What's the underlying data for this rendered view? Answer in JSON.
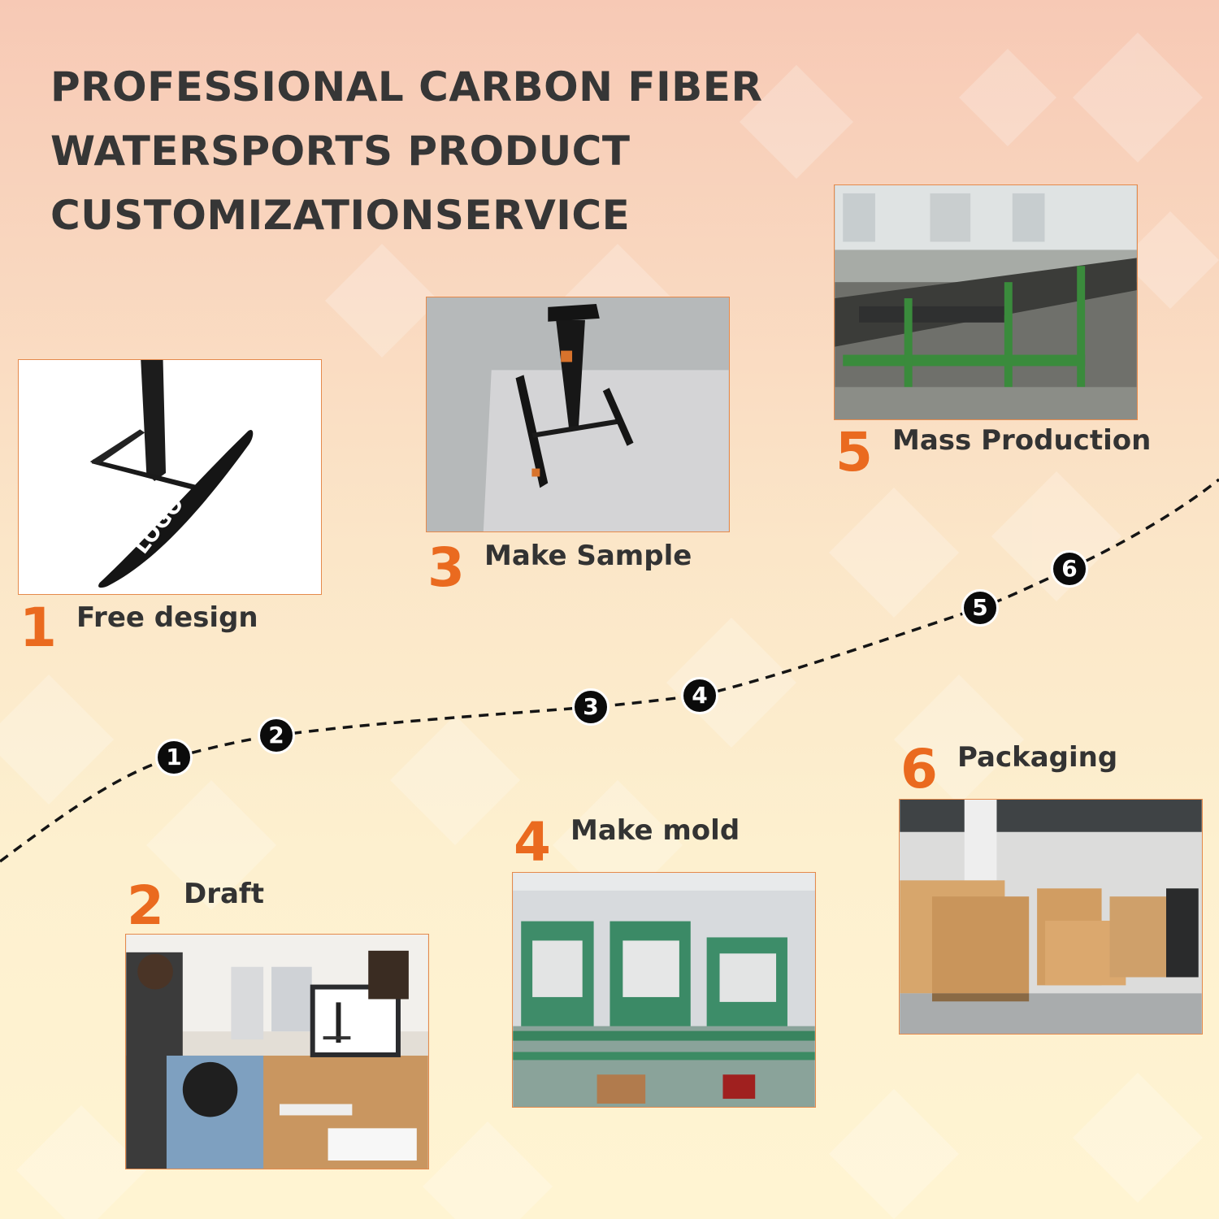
{
  "title": {
    "line1": "PROFESSIONAL CARBON FIBER",
    "line2": "WATERSPORTS PRODUCT",
    "line3": "CUSTOMIZATIONSERVICE"
  },
  "steps": [
    {
      "number": "1",
      "label": "Free design"
    },
    {
      "number": "2",
      "label": "Draft"
    },
    {
      "number": "3",
      "label": "Make Sample"
    },
    {
      "number": "4",
      "label": "Make mold"
    },
    {
      "number": "5",
      "label": "Mass Production"
    },
    {
      "number": "6",
      "label": "Packaging"
    }
  ],
  "foil_logo_text": "LOGO",
  "colors": {
    "accent_orange": "#ea6a1f",
    "title_text": "#363636",
    "marker_fill": "#0b0b0b"
  }
}
